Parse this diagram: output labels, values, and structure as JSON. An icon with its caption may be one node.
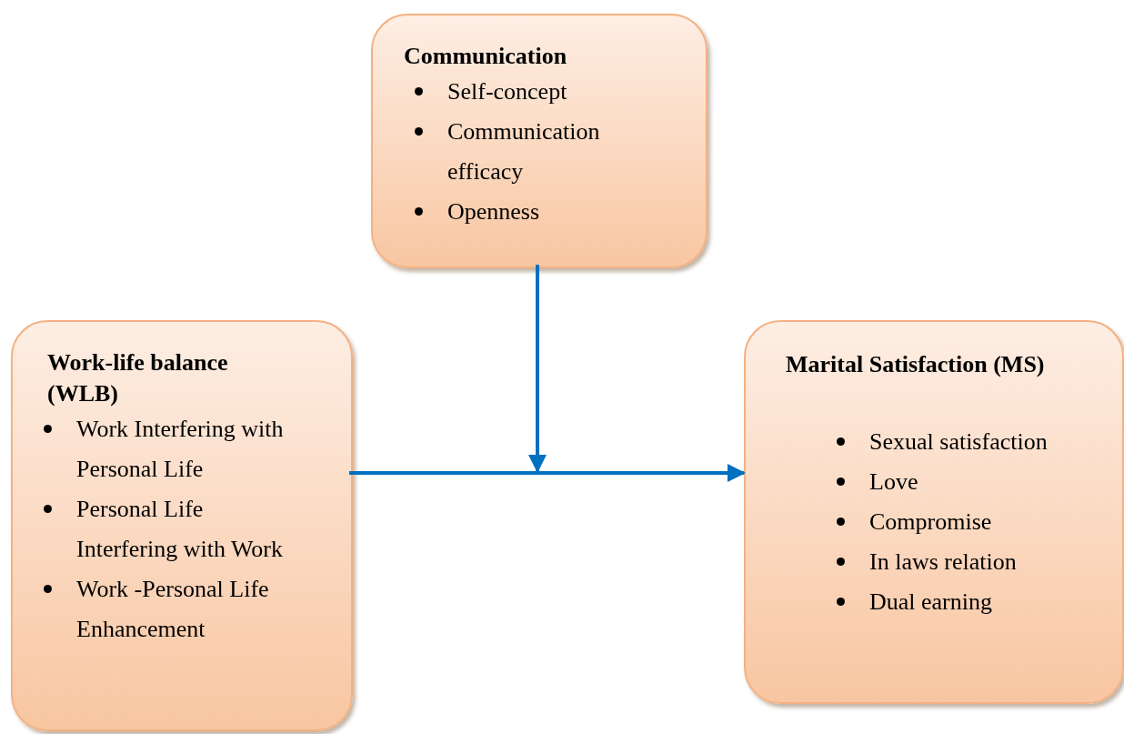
{
  "diagram": {
    "nodes": [
      {
        "text": [
          "Communication",
          "Self-concept",
          "Communication efficacy",
          "Openness"
        ]
      },
      {
        "text": [
          "Work-life balance (WLB)",
          "Work Interfering with Personal Life",
          "Personal Life Interfering with Work",
          "Work -Personal Life Enhancement"
        ]
      },
      {
        "text": [
          "Marital Satisfaction (MS)",
          "Sexual satisfaction",
          "Love",
          "Compromise",
          "In laws relation",
          "Dual earning"
        ]
      }
    ],
    "edges": [
      {
        "from": 0,
        "to": null,
        "arrow": "to"
      },
      {
        "from": 1,
        "to": 2,
        "arrow": "to"
      }
    ]
  }
}
